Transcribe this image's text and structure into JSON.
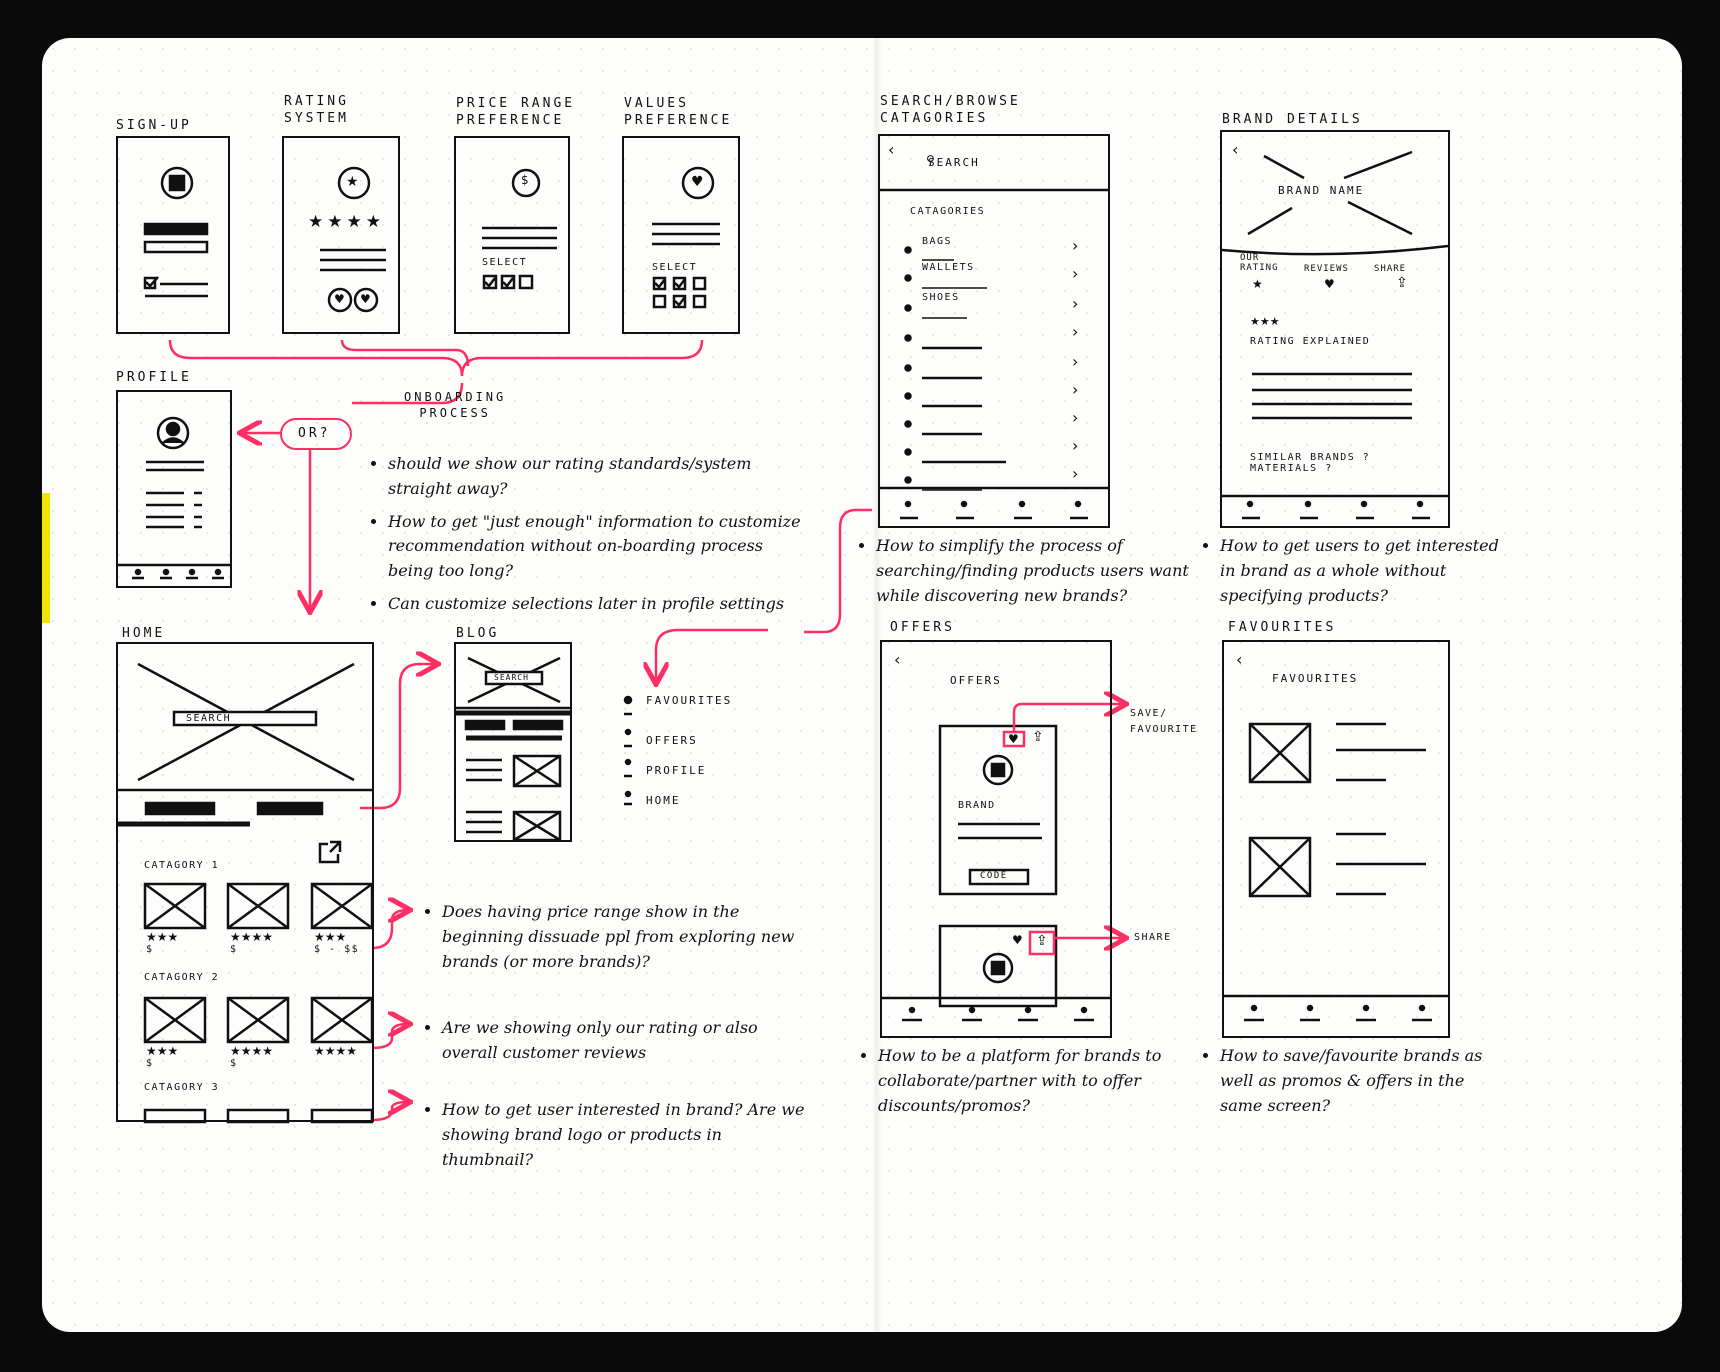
{
  "headings": {
    "signup": "SIGN-UP",
    "rating_1": "RATING",
    "rating_2": "SYSTEM",
    "price_1": "PRICE RANGE",
    "price_2": "PREFERENCE",
    "values_1": "VALUES",
    "values_2": "PREFERENCE",
    "profile": "PROFILE",
    "home": "HOME",
    "blog": "BLOG",
    "search_1": "SEARCH/BROWSE",
    "search_2": "CATAGORIES",
    "brand": "BRAND DETAILS",
    "offers": "OFFERS",
    "favourites": "FAVOURITES"
  },
  "onboarding": {
    "line1": "ONBOARDING",
    "line2": "PROCESS",
    "or": "OR?"
  },
  "screens": {
    "price_select": "SELECT",
    "values_select": "SELECT",
    "search_label": "SEARCH",
    "home_search": "SEARCH",
    "blog_search": "SEARCH",
    "categories_title": "CATAGORIES",
    "categories": [
      "BAGS",
      "WALLETS",
      "SHOES"
    ],
    "home_categories": [
      "CATAGORY 1",
      "CATAGORY 2",
      "CATAGORY 3"
    ],
    "brand_name": "BRAND NAME",
    "brand_tabs": {
      "our": "OUR",
      "rating": "RATING",
      "reviews": "REVIEWS",
      "share": "SHARE"
    },
    "rating_explained": "RATING EXPLAINED",
    "similar_1": "SIMILAR BRANDS ?",
    "similar_2": "MATERIALS ?",
    "offers_title": "OFFERS",
    "offer_brand": "BRAND",
    "offer_code": "CODE",
    "favourites_title": "FAVOURITES",
    "price_tags": [
      "$",
      "$",
      "$ - $$",
      "$",
      "$"
    ],
    "stars3": "★★★",
    "stars4": "★★★★"
  },
  "annotations": {
    "save_1": "SAVE/",
    "save_2": "FAVOURITE",
    "share": "SHARE"
  },
  "nav_list": [
    "FAVOURITES",
    "OFFERS",
    "PROFILE",
    "HOME"
  ],
  "notes": {
    "onboarding": [
      "should we show our rating standards/system straight away?",
      "How to get \"just enough\" information to customize recommendation without on-boarding process being too long?",
      "Can customize selections later in profile settings"
    ],
    "home_1": "Does having price range show in the beginning dissuade ppl from exploring new brands (or more brands)?",
    "home_2": "Are we showing only our rating or also overall customer reviews",
    "home_3": "How to get user interested in brand? Are we showing brand logo or products in thumbnail?",
    "search": "How to simplify the process of searching/finding products users want while discovering new brands?",
    "brand": "How to get users to get interested in brand as a whole without specifying products?",
    "offers": "How to be a platform for brands to collaborate/partner with to offer discounts/promos?",
    "favourites": "How to save/favourite brands as well as promos & offers in the same screen?"
  },
  "colors": {
    "accent": "#ff2e63",
    "ink": "#111111",
    "paper": "#fdfdfb",
    "tab": "#f2e400"
  },
  "icons": [
    "logo-icon",
    "star-icon",
    "dollar-icon",
    "heart-icon",
    "profile-icon",
    "search-icon",
    "back-icon",
    "chevron-right-icon",
    "share-icon",
    "external-link-icon"
  ]
}
